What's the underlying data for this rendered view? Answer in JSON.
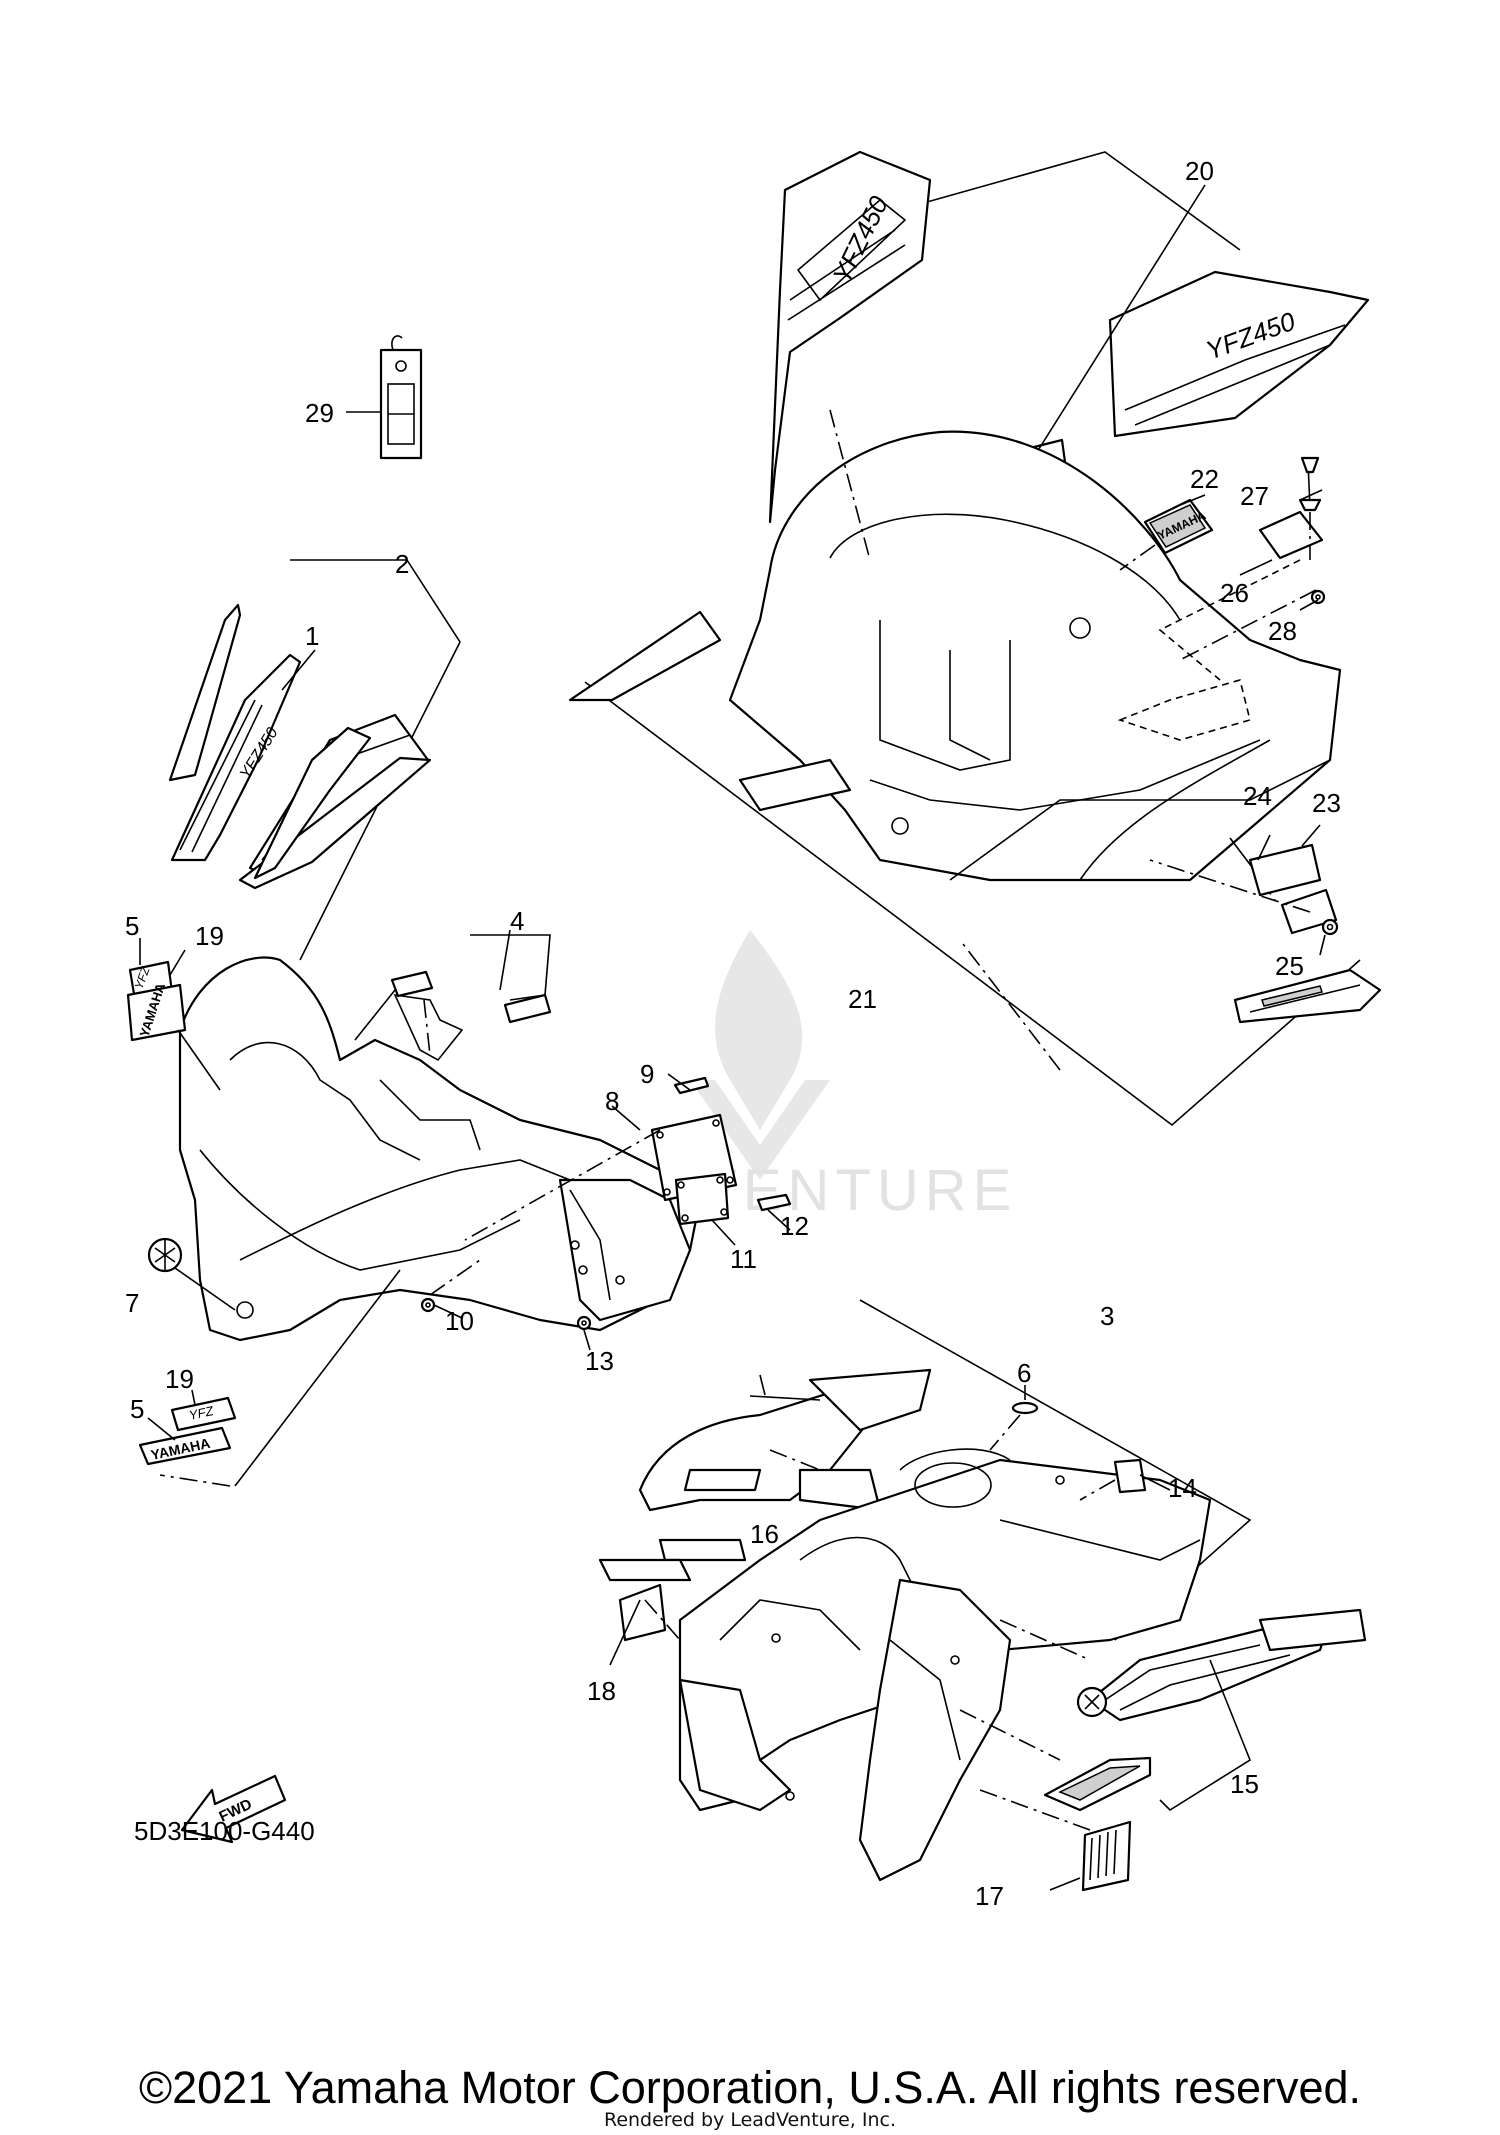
{
  "diagram": {
    "code": "5D3E100-G440",
    "copyright": "©2021 Yamaha Motor Corporation, U.S.A. All rights reserved.",
    "rendered_by": "Rendered by LeadVenture, Inc.",
    "watermark": "LEADVENTURE",
    "fwd_arrow": "FWD",
    "decal_text": {
      "yamaha": "YAMAHA",
      "model": "YFZ450",
      "model_short": "YFZ"
    },
    "callouts": [
      "1",
      "2",
      "3",
      "4",
      "5",
      "5",
      "6",
      "7",
      "8",
      "9",
      "10",
      "11",
      "12",
      "13",
      "14",
      "15",
      "16",
      "17",
      "18",
      "19",
      "19",
      "20",
      "21",
      "22",
      "23",
      "24",
      "25",
      "26",
      "27",
      "28",
      "29"
    ]
  }
}
